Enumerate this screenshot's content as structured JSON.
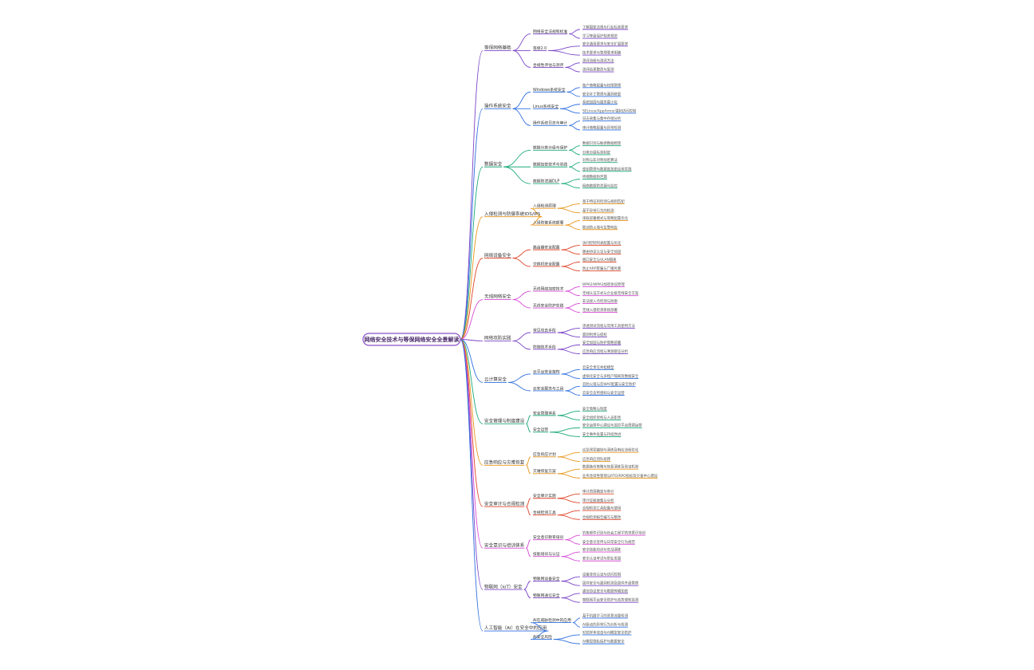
{
  "mindmap": {
    "root": "网络安全技术与等保网络安全全景解读",
    "branches": [
      {
        "label": "等保网络基础",
        "color": "#7b45c8",
        "children": [
          {
            "label": "网络安全法规和标准",
            "children": [
              "了解国家法规与行业标准要求",
              "学习等级保护相关规范"
            ]
          },
          {
            "label": "等保2.0",
            "children": [
              "安全通用要求与安全扩展要求",
              "技术要求与管理要求明确"
            ]
          },
          {
            "label": "合规性评估与测评",
            "children": [
              "测评流程与测评方法",
              "测评结果整改与复测"
            ]
          }
        ]
      },
      {
        "label": "操作系统安全",
        "color": "#2f6fe0",
        "children": [
          {
            "label": "Windows系统安全",
            "children": [
              "账户策略配置与权限管理",
              "安全补丁管理与漏洞修复"
            ]
          },
          {
            "label": "Linux系统安全",
            "children": [
              "系统加固与服务最小化",
              "SELinux/AppArmor强制访问控制"
            ]
          },
          {
            "label": "操作系统日志与审计",
            "children": [
              "日志采集与集中存储分析",
              "审计策略配置与异常检测"
            ]
          }
        ]
      },
      {
        "label": "数据安全",
        "color": "#1aa97a",
        "children": [
          {
            "label": "数据分类分级与保护",
            "children": [
              "数据识别与敏感数据梳理",
              "分类分级标准制定"
            ]
          },
          {
            "label": "数据加密技术与实践",
            "children": [
              "对称与非对称加密算法",
              "密钥管理与数据库加密应用实践"
            ]
          },
          {
            "label": "数据防泄漏DLP",
            "children": [
              "终端数据防泄漏",
              "网络数据防泄漏与监控"
            ]
          }
        ]
      },
      {
        "label": "入侵检测与防御系统IDS/IPS",
        "color": "#e8951a",
        "children": [
          {
            "label": "入侵检测原理",
            "children": [
              "基于特征的检测与规则匹配",
              "基于异常行为的检测"
            ]
          },
          {
            "label": "入侵防御系统部署",
            "children": [
              "串联部署模式与策略配置优化",
              "联动防火墙与告警响应"
            ]
          }
        ]
      },
      {
        "label": "网络设备安全",
        "color": "#e0452a",
        "children": [
          {
            "label": "路由器安全配置",
            "children": [
              "访问控制列表配置与优化",
              "路由协议认证与安全加固"
            ]
          },
          {
            "label": "交换机安全配置",
            "children": [
              "端口安全与VLAN隔离",
              "防止ARP欺骗与广播风暴"
            ]
          }
        ]
      },
      {
        "label": "无线网络安全",
        "color": "#d64bd6",
        "children": [
          {
            "label": "无线网络加密技术",
            "children": [
              "WPA2/WPA3加密协议原理",
              "无线认证方式与企业级无线安全方案"
            ]
          },
          {
            "label": "无线安全防护实践",
            "children": [
              "非法接入点检测与防御",
              "无线入侵检测系统部署"
            ]
          }
        ]
      },
      {
        "label": "网络攻防实践",
        "color": "#7b45c8",
        "children": [
          {
            "label": "常见攻击手段",
            "children": [
              "渗透测试流程与常用工具使用方法",
              "漏洞利用与提权"
            ]
          },
          {
            "label": "防御技术手段",
            "children": [
              "安全加固与防护策略部署",
              "应急响应流程与溯源取证分析"
            ]
          }
        ]
      },
      {
        "label": "云计算安全",
        "color": "#2f6fe0",
        "children": [
          {
            "label": "云平台安全架构",
            "children": [
              "云安全责任共担模型",
              "虚拟化安全与多租户隔离及数据安全"
            ]
          },
          {
            "label": "云安全服务与工具",
            "children": [
              "云防火墙与云WAF配置与安全防护",
              "云安全态势感知与安全运营"
            ]
          }
        ]
      },
      {
        "label": "安全管理与制度建设",
        "color": "#1aa97a",
        "children": [
          {
            "label": "安全管理体系",
            "children": [
              "安全策略与制度",
              "安全组织架构与人员职责"
            ]
          },
          {
            "label": "安全运营",
            "children": [
              "安全运营中心建设与监控平台搭建运营",
              "安全事件处置与持续改进"
            ]
          }
        ]
      },
      {
        "label": "应急响应与灾难恢复",
        "color": "#e8951a",
        "children": [
          {
            "label": "应急响应计划",
            "children": [
              "应急预案编制与演练及响应流程优化",
              "应急响应团队组建"
            ]
          },
          {
            "label": "灾难恢复方案",
            "children": [
              "数据备份策略与恢复演练及验证机制",
              "业务连续性管理与RTO/RPO指标及灾备中心建设"
            ]
          }
        ]
      },
      {
        "label": "安全审计与合规检测",
        "color": "#e0452a",
        "children": [
          {
            "label": "安全审计实施",
            "children": [
              "审计范围确定与审计",
              "审计证据收集与分析"
            ]
          },
          {
            "label": "合规检测工具",
            "children": [
              "合规检测工具配置与使用",
              "合规检测报告编写与整改"
            ]
          }
        ]
      },
      {
        "label": "安全意识与培训体系",
        "color": "#d64bd6",
        "children": [
          {
            "label": "安全意识教育培训",
            "children": [
              "钓鱼邮件识别与社会工程学防范意识培训",
              "安全意识宣传与日常安全行为规范"
            ]
          },
          {
            "label": "技能培训与认证",
            "children": [
              "安全技能培训与实战演练",
              "安全认证考试与职业发展"
            ]
          }
        ]
      },
      {
        "label": "物联网（IoT）安全",
        "color": "#7b45c8",
        "children": [
          {
            "label": "物联网设备安全",
            "children": [
              "设备身份认证与访问控制",
              "固件安全与漏洞检测及固件升级管理"
            ]
          },
          {
            "label": "物联网通信安全",
            "children": [
              "通信协议安全与数据传输加密",
              "物联网平台安全防护与态势感知监测"
            ]
          }
        ]
      },
      {
        "label": "人工智能（AI）在安全中的应用",
        "color": "#2f6fe0",
        "children": [
          {
            "label": "AI在威胁检测中的应用",
            "children": [
              "基于机器学习的恶意流量检测",
              "AI驱动的异常行为分析与检测"
            ]
          },
          {
            "label": "AI安全风险",
            "children": [
              "对抗样本攻击与AI模型安全防护",
              "AI模型隐私保护与数据安全"
            ]
          }
        ]
      }
    ]
  }
}
